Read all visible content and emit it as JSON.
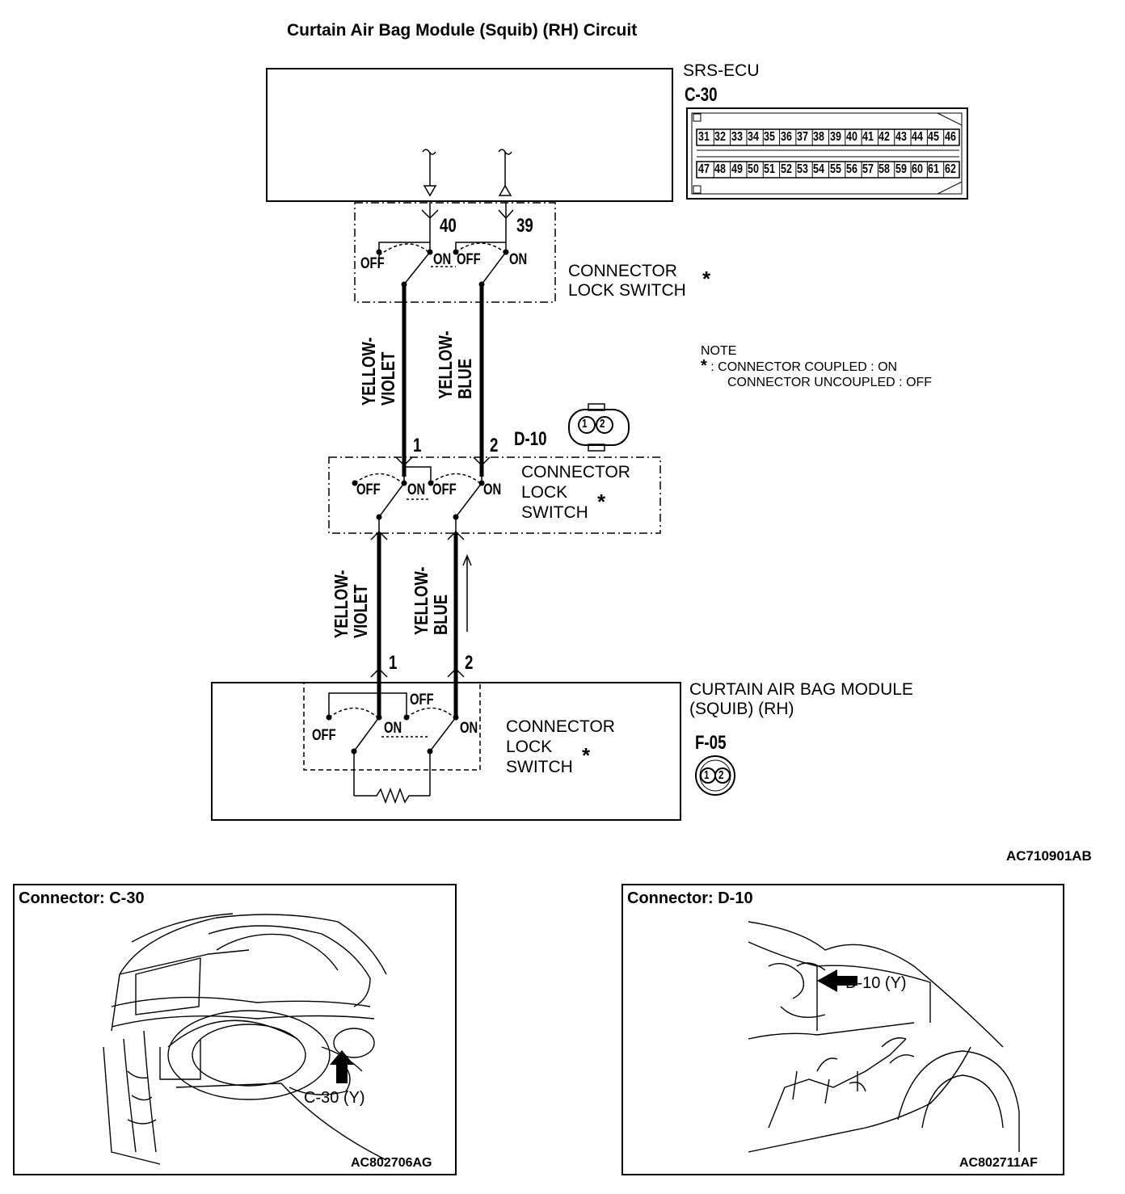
{
  "title": "Curtain Air Bag Module (Squib) (RH) Circuit",
  "figure_code": "AC710901AB",
  "ecu": {
    "name": "SRS-ECU",
    "connector": "C-30",
    "pins_top": [
      "31",
      "32",
      "33",
      "34",
      "35",
      "36",
      "37",
      "38",
      "39",
      "40",
      "41",
      "42",
      "43",
      "44",
      "45",
      "46"
    ],
    "pins_bottom": [
      "47",
      "48",
      "49",
      "50",
      "51",
      "52",
      "53",
      "54",
      "55",
      "56",
      "57",
      "58",
      "59",
      "60",
      "61",
      "62"
    ],
    "pin_a": "40",
    "pin_b": "39"
  },
  "switch_labels": {
    "off": "OFF",
    "on": "ON"
  },
  "connector_lock_switch": {
    "line1": "CONNECTOR",
    "line2": "LOCK SWITCH",
    "line2a": "LOCK",
    "line2b": "SWITCH",
    "star": "*"
  },
  "wires": {
    "upper_left": [
      "YELLOW-",
      "VIOLET"
    ],
    "upper_right": [
      "YELLOW-",
      "BLUE"
    ],
    "lower_left": [
      "YELLOW-",
      "VIOLET"
    ],
    "lower_right": [
      "YELLOW-",
      "BLUE"
    ]
  },
  "d10": {
    "name": "D-10",
    "pin1": "1",
    "pin2": "2"
  },
  "module": {
    "name_line1": "CURTAIN AIR BAG MODULE",
    "name_line2": "(SQUIB) (RH)",
    "connector": "F-05",
    "pin1": "1",
    "pin2": "2"
  },
  "note": {
    "heading": "NOTE",
    "star": "*",
    "line1": ": CONNECTOR COUPLED : ON",
    "line2": "CONNECTOR UNCOUPLED : OFF"
  },
  "panel_c30": {
    "title": "Connector: C-30",
    "callout": "C-30 (Y)",
    "code": "AC802706AG"
  },
  "panel_d10": {
    "title": "Connector: D-10",
    "callout": "D-10 (Y)",
    "code": "AC802711AF"
  }
}
